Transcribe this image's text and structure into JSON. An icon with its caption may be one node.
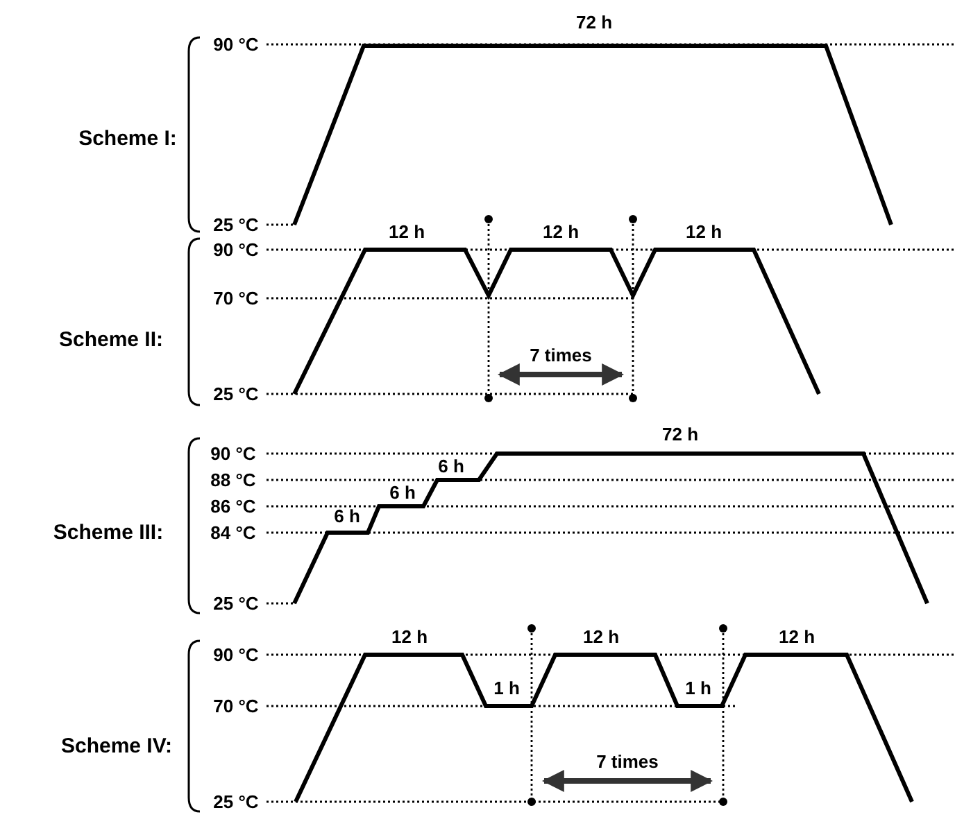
{
  "diagram": {
    "labels": [
      "Scheme I:",
      "90 °C",
      "25 °C",
      "72 h",
      "Scheme II:",
      "90 °C",
      "70 °C",
      "25 °C",
      "12 h",
      "12 h",
      "12 h",
      "7 times",
      "Scheme III:",
      "90 °C",
      "88 °C",
      "86 °C",
      "84 °C",
      "25 °C",
      "6 h",
      "6 h",
      "6 h",
      "72 h",
      "Scheme IV:",
      "90 °C",
      "70 °C",
      "25 °C",
      "12 h",
      "1 h",
      "12 h",
      "1 h",
      "12 h",
      "7 times"
    ]
  }
}
